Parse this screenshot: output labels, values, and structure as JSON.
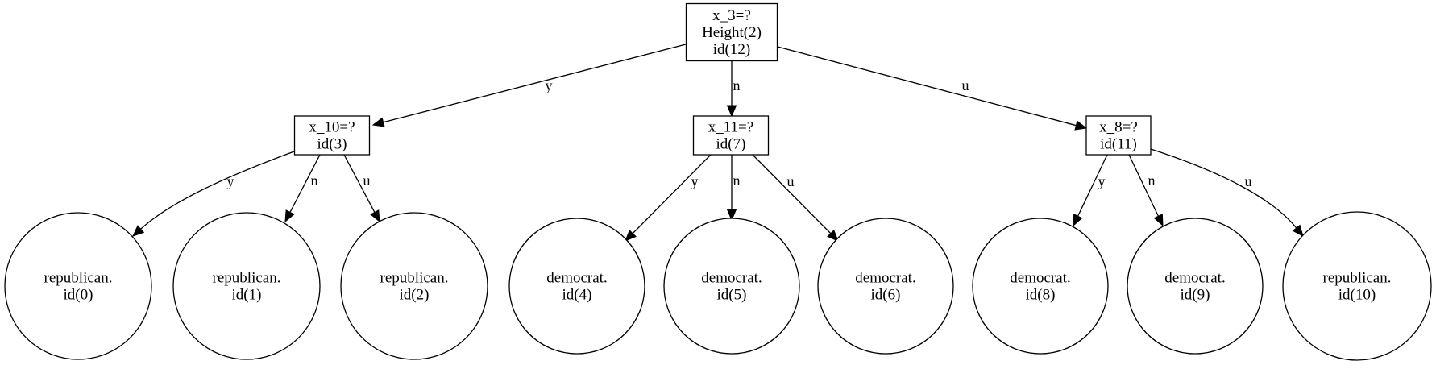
{
  "diagram": {
    "nodes": [
      {
        "id": "n12",
        "shape": "box",
        "lines": [
          "x_3=?",
          "Height(2)",
          "id(12)"
        ]
      },
      {
        "id": "n3",
        "shape": "box",
        "lines": [
          "x_10=?",
          "id(3)"
        ]
      },
      {
        "id": "n7",
        "shape": "box",
        "lines": [
          "x_11=?",
          "id(7)"
        ]
      },
      {
        "id": "n11",
        "shape": "box",
        "lines": [
          "x_8=?",
          "id(11)"
        ]
      },
      {
        "id": "n0",
        "shape": "circle",
        "lines": [
          "republican.",
          "id(0)"
        ]
      },
      {
        "id": "n1",
        "shape": "circle",
        "lines": [
          "republican.",
          "id(1)"
        ]
      },
      {
        "id": "n2",
        "shape": "circle",
        "lines": [
          "republican.",
          "id(2)"
        ]
      },
      {
        "id": "n4",
        "shape": "circle",
        "lines": [
          "democrat.",
          "id(4)"
        ]
      },
      {
        "id": "n5",
        "shape": "circle",
        "lines": [
          "democrat.",
          "id(5)"
        ]
      },
      {
        "id": "n6",
        "shape": "circle",
        "lines": [
          "democrat.",
          "id(6)"
        ]
      },
      {
        "id": "n8",
        "shape": "circle",
        "lines": [
          "democrat.",
          "id(8)"
        ]
      },
      {
        "id": "n9",
        "shape": "circle",
        "lines": [
          "democrat.",
          "id(9)"
        ]
      },
      {
        "id": "n10",
        "shape": "circle",
        "lines": [
          "republican.",
          "id(10)"
        ]
      }
    ],
    "edges": [
      {
        "from": "n12",
        "to": "n3",
        "label": "y"
      },
      {
        "from": "n12",
        "to": "n7",
        "label": "n"
      },
      {
        "from": "n12",
        "to": "n11",
        "label": "u"
      },
      {
        "from": "n3",
        "to": "n0",
        "label": "y"
      },
      {
        "from": "n3",
        "to": "n1",
        "label": "n"
      },
      {
        "from": "n3",
        "to": "n2",
        "label": "u"
      },
      {
        "from": "n7",
        "to": "n4",
        "label": "y"
      },
      {
        "from": "n7",
        "to": "n5",
        "label": "n"
      },
      {
        "from": "n7",
        "to": "n6",
        "label": "u"
      },
      {
        "from": "n11",
        "to": "n8",
        "label": "y"
      },
      {
        "from": "n11",
        "to": "n9",
        "label": "n"
      },
      {
        "from": "n11",
        "to": "n10",
        "label": "u"
      }
    ]
  }
}
